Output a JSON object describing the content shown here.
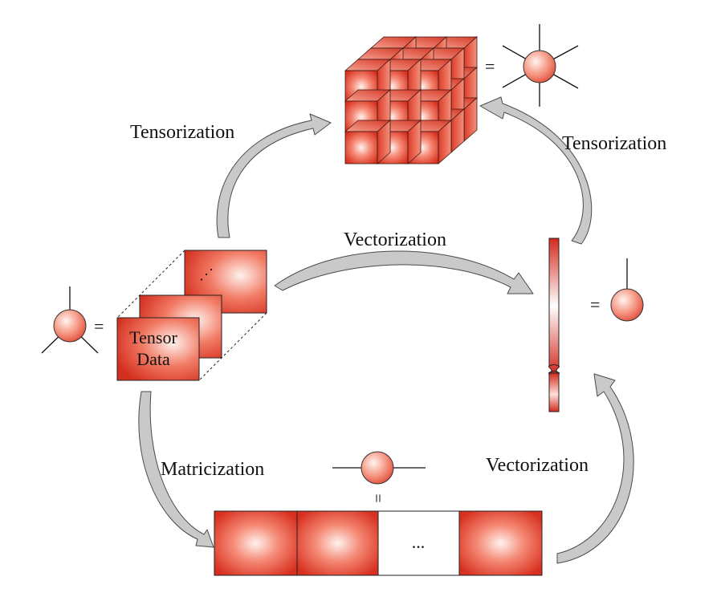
{
  "labels": {
    "tensorization_left": "Tensorization",
    "tensorization_right": "Tensorization",
    "vectorization_top": "Vectorization",
    "vectorization_bottom": "Vectorization",
    "matricization": "Matricization",
    "tensor_data_line1": "Tensor",
    "tensor_data_line2": "Data",
    "equals": "=",
    "equals_vertical": "=",
    "ellipsis": "...",
    "slice_dots": "⋰"
  },
  "colors": {
    "red_edge": "#d32a1e",
    "red_mid": "#ec5a45",
    "red_light": "#ffe3dc",
    "arrow_fill": "#c9c9c9",
    "arrow_stroke": "#555555"
  }
}
